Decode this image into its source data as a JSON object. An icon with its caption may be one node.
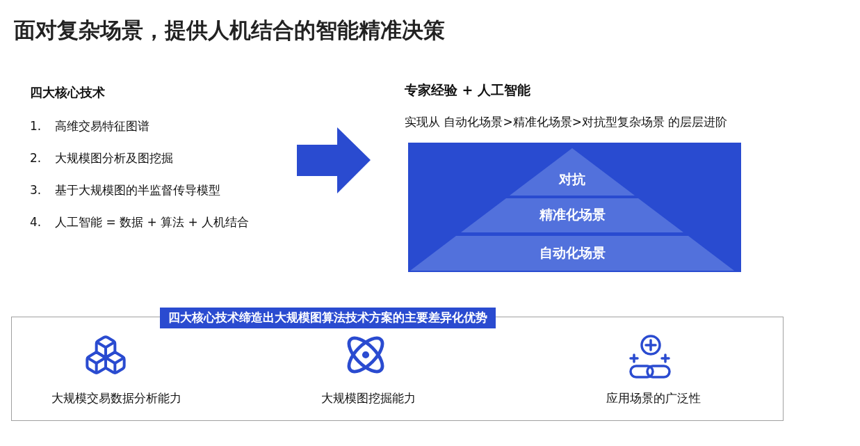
{
  "diagram": {
    "title": "面对复杂场景，提供人机结合的智能精准决策",
    "nodes": [
      {
        "text": [],
        "shape": "box"
      },
      {
        "text": [
          "对抗"
        ],
        "in": 0
      },
      {
        "text": [
          "精准化场景"
        ],
        "in": 0
      },
      {
        "text": [
          "自动化场景"
        ],
        "in": 0
      },
      {
        "text": [
          "四大核心技术缔造出大规模图算法技术方案的主要差异化优势"
        ]
      }
    ],
    "labels": [
      "四大核心技术",
      "1.",
      "高维交易特征图谱",
      "2.",
      "大规模图分析及图挖掘",
      "3.",
      "基于大规模图的半监督传导模型",
      "4.",
      "人工智能 = 数据 + 算法 + 人机结合",
      "专家经验 + 人工智能",
      "实现从 自动化场景>精准化场景>对抗型复杂场景 的层层进阶",
      "大规模交易数据分析能力",
      "大规模图挖掘能力",
      "应用场景的广泛性"
    ]
  }
}
